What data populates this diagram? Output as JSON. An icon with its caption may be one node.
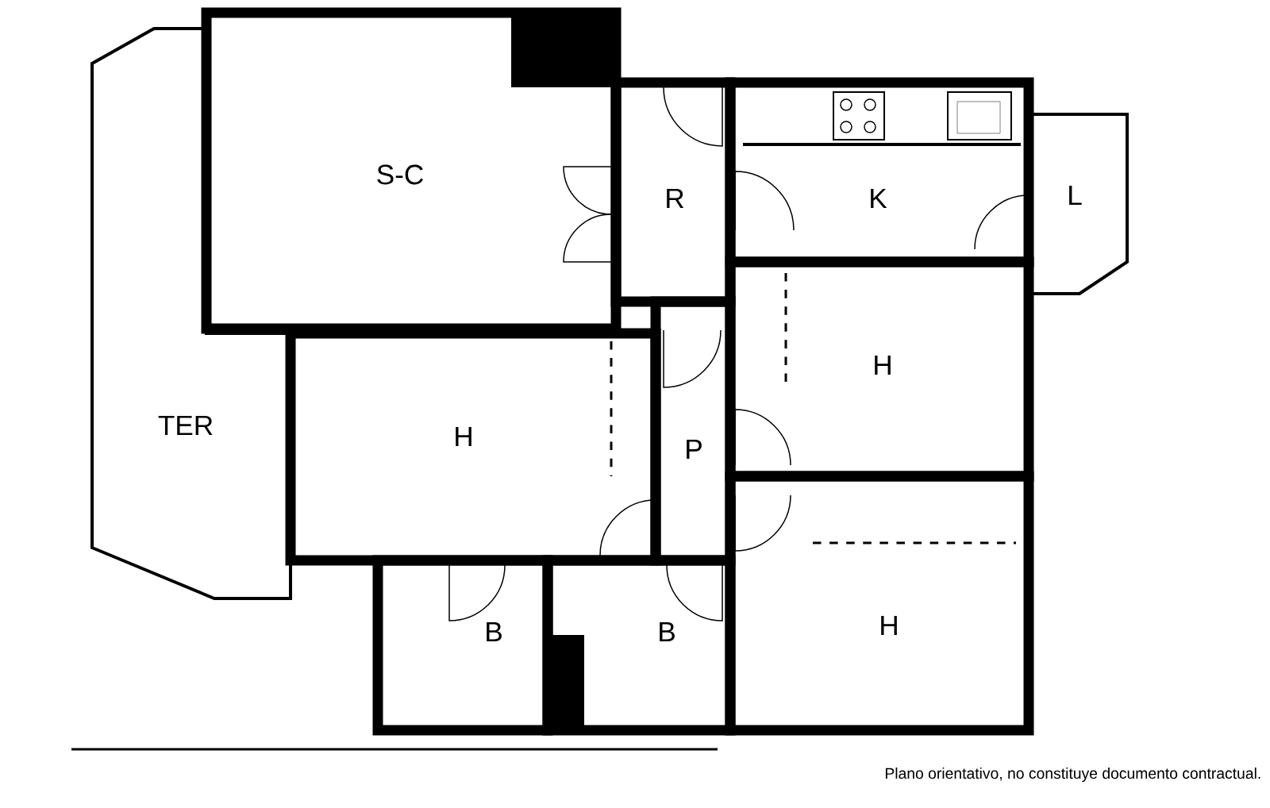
{
  "diagram": {
    "nodes": [
      {
        "text": [
          "S-C"
        ]
      },
      {
        "text": [
          "R"
        ]
      },
      {
        "text": [
          "K"
        ]
      },
      {
        "text": [
          "L"
        ]
      },
      {
        "text": [
          "TER"
        ]
      },
      {
        "text": [
          "H"
        ]
      },
      {
        "text": [
          "P"
        ]
      },
      {
        "text": [
          "H"
        ]
      },
      {
        "text": [
          "H"
        ]
      },
      {
        "text": [
          "B"
        ]
      },
      {
        "text": [
          "B"
        ]
      }
    ],
    "labels": [
      "Plano orientativo, no constituye documento contractual."
    ]
  }
}
